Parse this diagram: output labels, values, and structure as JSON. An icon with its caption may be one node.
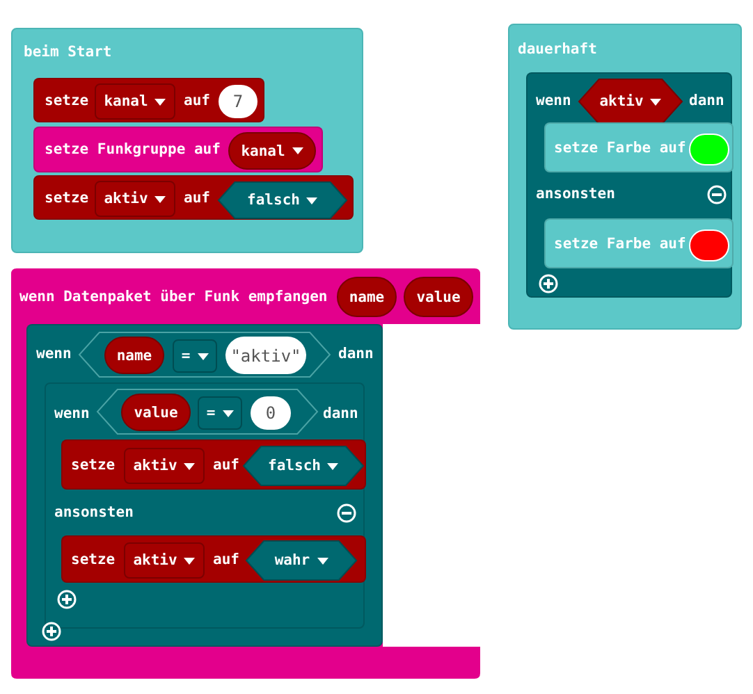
{
  "diagram": {
    "nodes": [
      {
        "text": [
          "beim Start"
        ]
      },
      {
        "text": [
          "setze",
          "auf"
        ],
        "in": 0
      },
      {
        "text": [
          "kanal"
        ],
        "in": 1
      },
      {
        "text": [
          "7"
        ],
        "in": 1
      },
      {
        "text": [
          "setze Funkgruppe auf"
        ],
        "in": 0
      },
      {
        "text": [
          "kanal"
        ],
        "in": 4
      },
      {
        "text": [
          "setze",
          "auf"
        ],
        "in": 0
      },
      {
        "text": [
          "aktiv"
        ],
        "in": 6
      },
      {
        "text": [
          "falsch"
        ],
        "in": 6
      },
      {
        "text": [
          "dauerhaft"
        ]
      },
      {
        "text": [
          "wenn",
          "dann",
          "ansonsten"
        ],
        "in": 9
      },
      {
        "text": [
          "aktiv"
        ],
        "in": 10
      },
      {
        "text": [
          "setze Farbe auf"
        ],
        "in": 10
      },
      {
        "text": [],
        "shape": "circle",
        "in": 12
      },
      {
        "text": [
          "setze Farbe auf"
        ],
        "in": 10
      },
      {
        "text": [],
        "shape": "circle",
        "in": 14
      },
      {
        "text": [
          "wenn Datenpaket über Funk empfangen"
        ]
      },
      {
        "text": [
          "name"
        ],
        "in": 16
      },
      {
        "text": [
          "value"
        ],
        "in": 16
      },
      {
        "text": [
          "wenn",
          "dann"
        ],
        "in": 16
      },
      {
        "text": [],
        "shape": "hexagon",
        "in": 19
      },
      {
        "text": [
          "name"
        ],
        "in": 20
      },
      {
        "text": [
          "="
        ],
        "in": 20
      },
      {
        "text": [
          "\"aktiv\""
        ],
        "in": 20
      },
      {
        "text": [
          "wenn",
          "dann",
          "ansonsten"
        ],
        "in": 19
      },
      {
        "text": [],
        "shape": "hexagon",
        "in": 24
      },
      {
        "text": [
          "value"
        ],
        "in": 25
      },
      {
        "text": [
          "="
        ],
        "in": 25
      },
      {
        "text": [
          "0"
        ],
        "in": 25
      },
      {
        "text": [
          "setze",
          "auf"
        ],
        "in": 24
      },
      {
        "text": [
          "aktiv"
        ],
        "in": 29
      },
      {
        "text": [
          "falsch"
        ],
        "in": 29
      },
      {
        "text": [
          "setze",
          "auf"
        ],
        "in": 24
      },
      {
        "text": [
          "aktiv"
        ],
        "in": 32
      },
      {
        "text": [
          "wahr"
        ],
        "in": 32
      }
    ]
  }
}
